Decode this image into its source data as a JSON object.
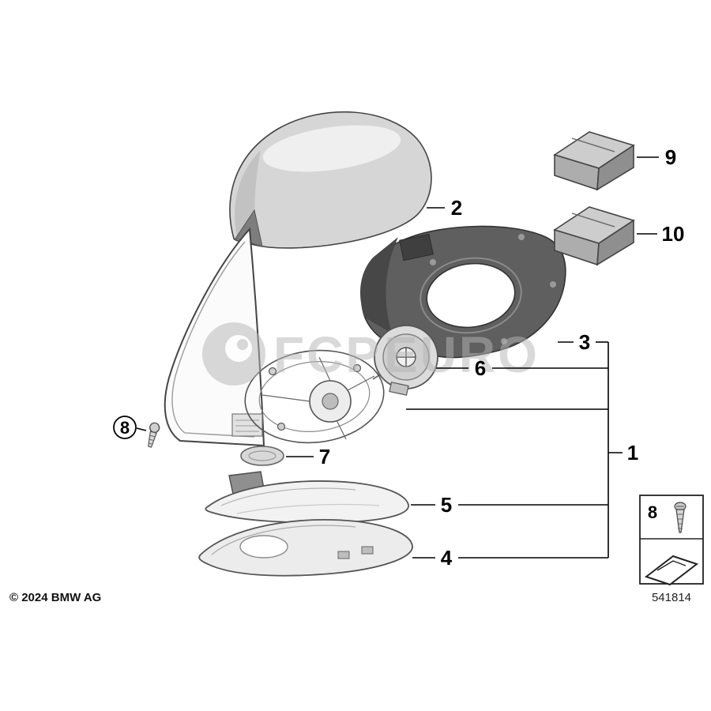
{
  "diagram": {
    "callouts": {
      "c1": "1",
      "c2": "2",
      "c3": "3",
      "c4": "4",
      "c5": "5",
      "c6": "6",
      "c7": "7",
      "c8": "8",
      "c9": "9",
      "c10": "10"
    },
    "legend": {
      "number": "8",
      "code": "541814"
    },
    "footer": {
      "copyright": "© 2024 BMW AG"
    },
    "watermark": {
      "brand": "FCP",
      "word": "EURO"
    },
    "colors": {
      "callout_line": "#000000",
      "part_light_gray": "#d6d6d6",
      "part_dark_gray": "#5f5f5f",
      "watermark_gray": "#b5b5b5"
    }
  }
}
